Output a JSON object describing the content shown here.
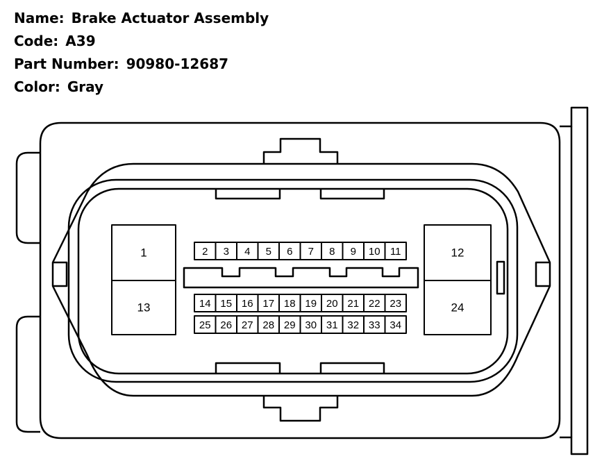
{
  "info": {
    "name_label": "Name:",
    "name_value": "Brake Actuator Assembly",
    "code_label": "Code:",
    "code_value": "A39",
    "part_label": "Part Number:",
    "part_value": "90980-12687",
    "color_label": "Color:",
    "color_value": "Gray"
  },
  "pins": {
    "large": [
      "1",
      "13",
      "12",
      "24"
    ],
    "row_top": [
      "2",
      "3",
      "4",
      "5",
      "6",
      "7",
      "8",
      "9",
      "10",
      "11"
    ],
    "row_mid": [
      "14",
      "15",
      "16",
      "17",
      "18",
      "19",
      "20",
      "21",
      "22",
      "23"
    ],
    "row_bot": [
      "25",
      "26",
      "27",
      "28",
      "29",
      "30",
      "31",
      "32",
      "33",
      "34"
    ]
  }
}
